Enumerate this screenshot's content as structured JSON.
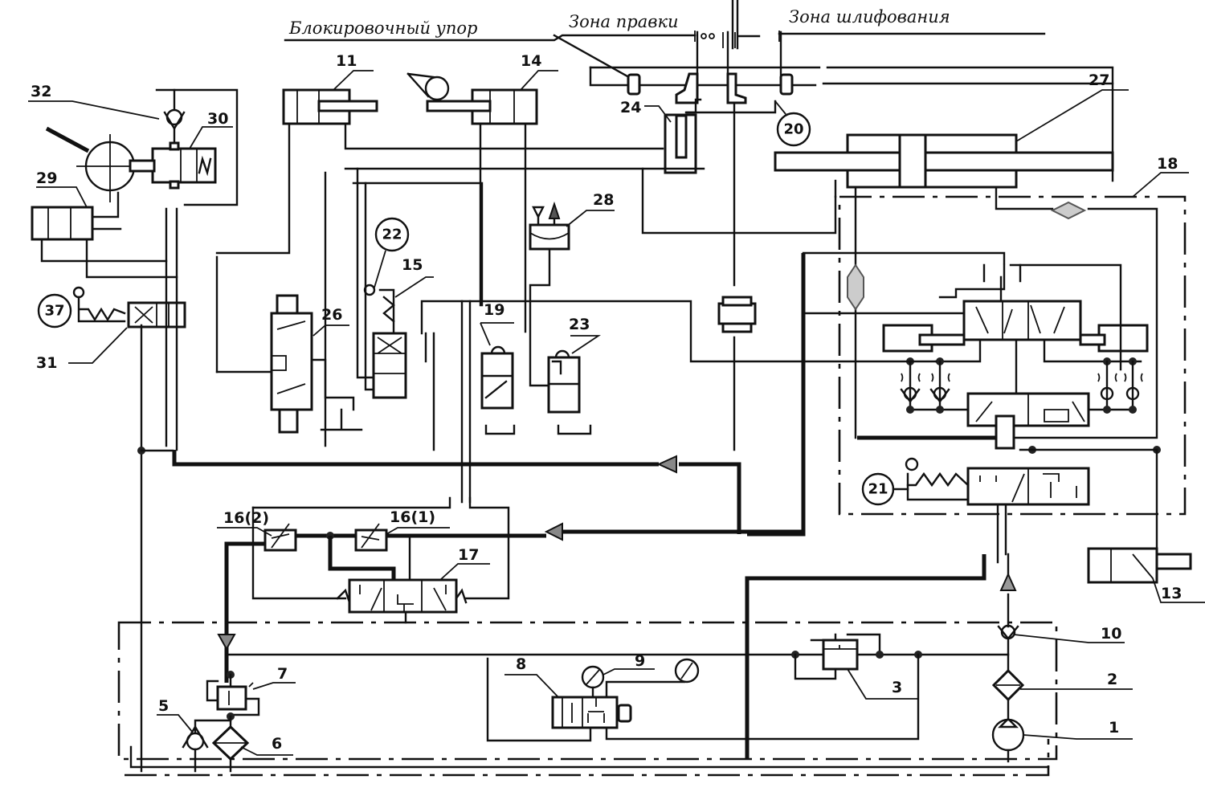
{
  "diagram": {
    "type": "hydraulic-schematic",
    "zone_labels": {
      "locking_stop": "Блокировочный упор",
      "dressing_zone": "Зона правки",
      "grinding_zone": "Зона шлифования"
    },
    "components": {
      "c1": "1",
      "c2": "2",
      "c3": "3",
      "c5": "5",
      "c6": "6",
      "c7": "7",
      "c8": "8",
      "c9": "9",
      "c10": "10",
      "c11": "11",
      "c13": "13",
      "c14": "14",
      "c15": "15",
      "c16_1": "16(1)",
      "c16_2": "16(2)",
      "c17": "17",
      "c18": "18",
      "c19": "19",
      "c20": "20",
      "c21": "21",
      "c22": "22",
      "c23": "23",
      "c24": "24",
      "c26": "26",
      "c27": "27",
      "c28": "28",
      "c29": "29",
      "c30": "30",
      "c31": "31",
      "c32": "32",
      "c37": "37"
    }
  }
}
